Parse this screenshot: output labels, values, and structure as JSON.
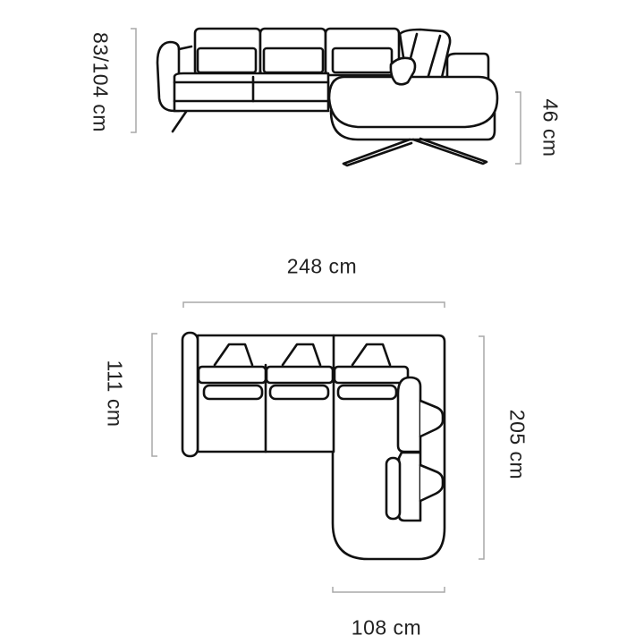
{
  "dimensions": {
    "height": "83/104 cm",
    "seat_height": "46 cm",
    "total_width": "248 cm",
    "depth": "111 cm",
    "chaise_length": "205 cm",
    "chaise_width": "108 cm"
  },
  "colors": {
    "line": "#111111",
    "dimension_line": "#a8a8a8"
  }
}
